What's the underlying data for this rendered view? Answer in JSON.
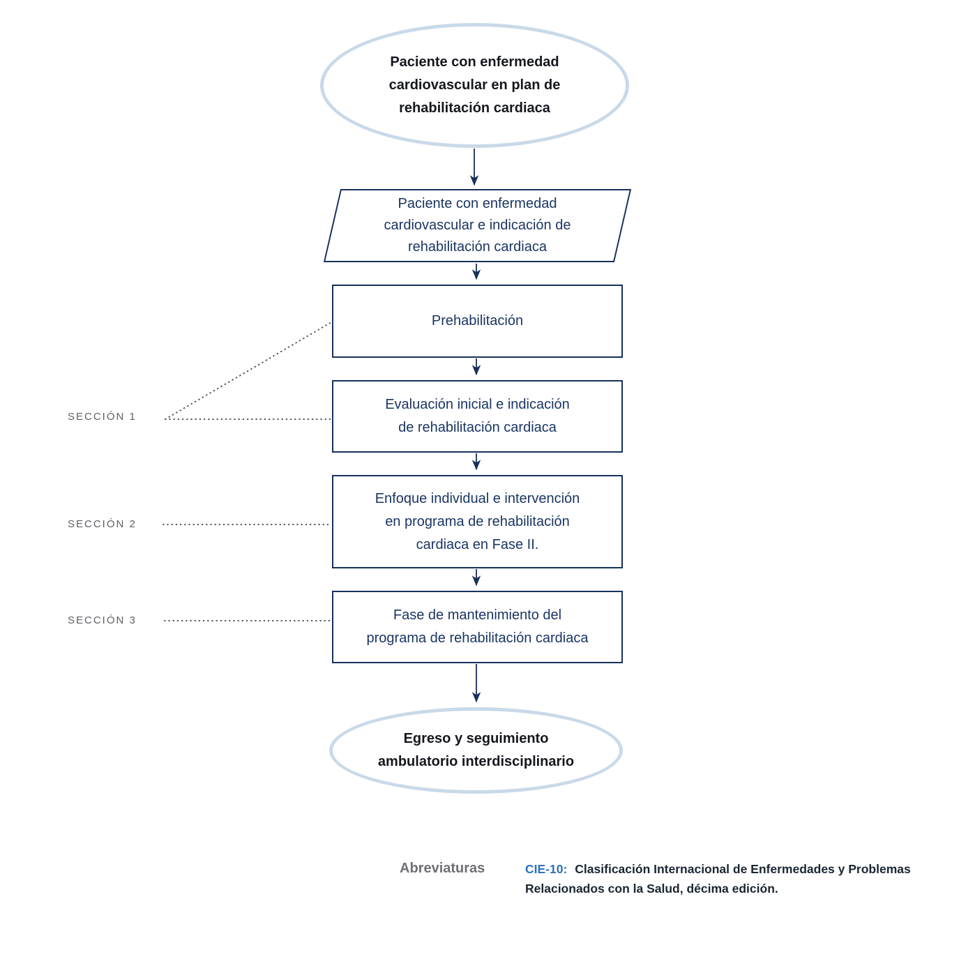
{
  "flowchart": {
    "start_terminator": {
      "lines": [
        "Paciente con enfermedad",
        "cardiovascular en plan de",
        "rehabilitación cardiaca"
      ]
    },
    "io_step": {
      "lines": [
        "Paciente con enfermedad",
        "cardiovascular e indicación de",
        "rehabilitación cardiaca"
      ]
    },
    "steps": [
      {
        "id": "prehabilitacion",
        "lines": [
          "Prehabilitación",
          "",
          ""
        ]
      },
      {
        "id": "evaluacion-inicial",
        "lines": [
          "Evaluación inicial e indicación",
          "de rehabilitación cardiaca",
          ""
        ]
      },
      {
        "id": "enfoque-individual",
        "lines": [
          "Enfoque individual e intervención",
          "en programa de rehabilitación",
          "cardiaca en Fase II."
        ]
      },
      {
        "id": "fase-mantenimiento",
        "lines": [
          "Fase de mantenimiento del",
          "programa de rehabilitación cardiaca",
          ""
        ]
      }
    ],
    "end_terminator": {
      "lines": [
        "Egreso y seguimiento",
        "ambulatorio interdisciplinario"
      ]
    },
    "sections": [
      {
        "label": "SECCIÓN 1"
      },
      {
        "label": "SECCIÓN 2"
      },
      {
        "label": "SECCIÓN 3"
      }
    ]
  },
  "abbreviations": {
    "label": "Abreviaturas",
    "term": "CIE-10:",
    "definition_line1": "Clasificación Internacional de Enfermedades y Problemas",
    "definition_line2": "Relacionados con la Salud, décima edición."
  },
  "colors": {
    "node_border_navy": "#17305c",
    "node_text_navy": "#1b3563",
    "terminator_stroke_blue": "#c9d9e9",
    "terminator_text_dark": "#15171e",
    "section_label_gray": "#5d6066",
    "dotted_line_gray": "#4a4f58",
    "abbrev_label_gray": "#6e7073",
    "abbrev_term_blue": "#2d72b8",
    "abbrev_text_dark": "#1b2633"
  }
}
